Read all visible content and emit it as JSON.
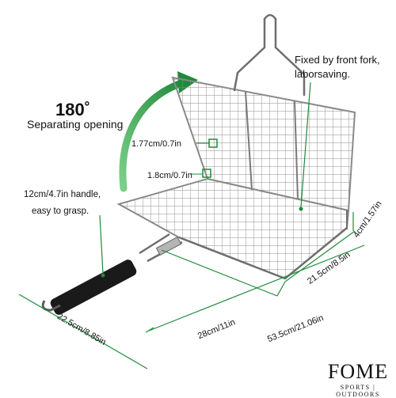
{
  "rotation": {
    "angle": "180˚",
    "caption": "Separating opening"
  },
  "fork_note": {
    "line1": "Fixed by front fork,",
    "line2": "laborsaving."
  },
  "mesh": {
    "width": "1.77cm/0.7in",
    "height": "1.8cm/0.7in"
  },
  "handle_note": {
    "line1": "12cm/4.7in handle,",
    "line2": "easy to grasp."
  },
  "dimensions": {
    "depth": "4cm/1.57in",
    "width": "21.5cm/8.5in",
    "basket_length": "28cm/11in",
    "total_length": "53.5cm/21.06in",
    "handle_length": "22.5cm/8.85in"
  },
  "brand": {
    "name": "FOME",
    "tagline": "SPORTS | OUTDOORS"
  },
  "colors": {
    "accent": "#1f8a3a",
    "steel": "#9a9a9a",
    "handle": "#1a1a1a",
    "text": "#111111"
  }
}
